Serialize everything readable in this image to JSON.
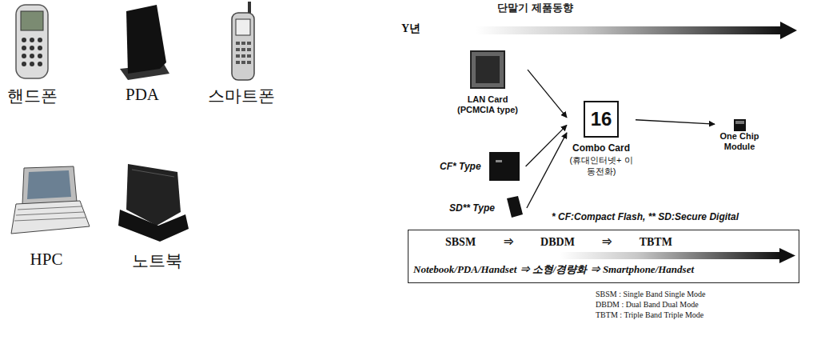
{
  "diagram": {
    "title": "단말기 제품동향",
    "nodes": [
      {
        "text": [
          "LAN Card (PCMCIA type)"
        ]
      },
      {
        "text": [
          "CF* Type"
        ]
      },
      {
        "text": [
          "SD** Type"
        ]
      },
      {
        "text": [
          "16",
          "Combo Card",
          "(휴대인터넷+ 이동전화)"
        ]
      },
      {
        "text": [
          "One Chip Module"
        ]
      },
      {
        "text": [
          "SBSM ⇒ DBDM ⇒ TBTM",
          "Notebook/PDA/Handset ⇒ 소형/경량화 ⇒ Smartphone/Handset"
        ]
      }
    ],
    "edges": [
      {
        "from": 0,
        "to": 3,
        "arrow": "to"
      },
      {
        "from": 1,
        "to": 3,
        "arrow": "to"
      },
      {
        "from": 2,
        "to": 3,
        "arrow": "to"
      },
      {
        "from": 3,
        "to": 4,
        "arrow": "to"
      }
    ],
    "labels": [
      "핸드폰",
      "PDA",
      "스마트폰",
      "HPC",
      "노트북",
      "Y년",
      "* CF:Compact Flash, ** SD:Secure Digital",
      "SBSM : Single Band Single Mode",
      "DBDM : Dual Band Dual Mode",
      "TBTM : Triple Band Triple Mode"
    ]
  }
}
